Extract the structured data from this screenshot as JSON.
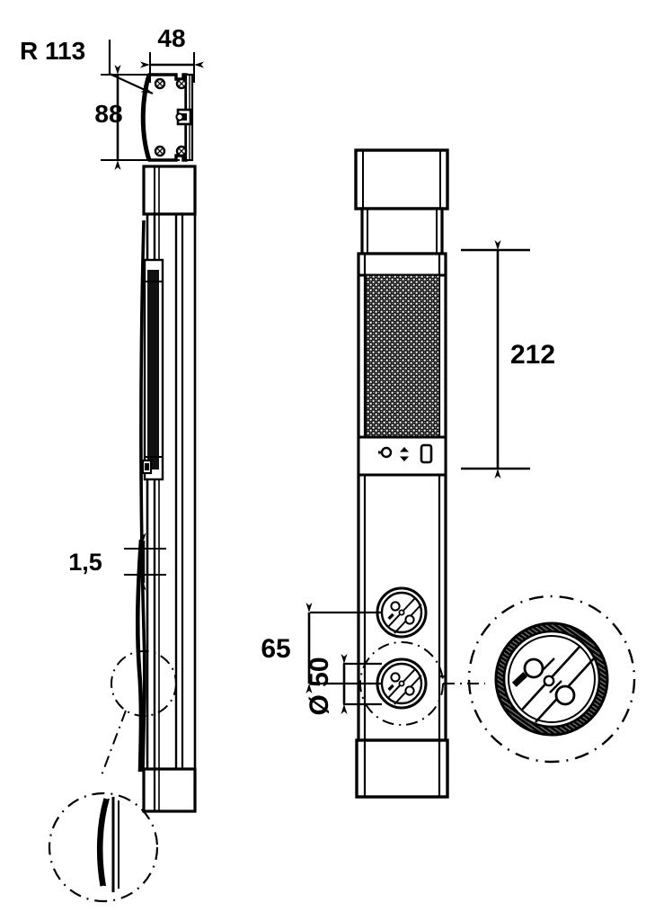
{
  "drawing": {
    "title": "Technical dimensional drawing - service column / power pillar",
    "type": "engineering-line-drawing",
    "background_color": "#ffffff",
    "line_color": "#000000",
    "views": [
      {
        "name": "side-view",
        "position": "left",
        "description": "Side elevation of column with top mounting bracket"
      },
      {
        "name": "front-view",
        "position": "center",
        "description": "Front elevation of column with perforated grille, control panel and two sockets"
      },
      {
        "name": "detail-view-socket",
        "position": "right",
        "description": "Enlarged detail of socket outlet"
      },
      {
        "name": "detail-view-edge",
        "position": "bottom-left",
        "description": "Enlarged detail of profile edge"
      }
    ]
  },
  "dimensions": {
    "radius_label": "R 113",
    "width_top": "48",
    "height_bracket": "88",
    "thickness": "1,5",
    "grille_height": "212",
    "socket_spacing": "65",
    "socket_diameter": "Ø 50"
  },
  "controls": {
    "key_icon": "key-switch-icon",
    "buttons_icon": "up-down-buttons-icon",
    "display_icon": "display-window-icon"
  },
  "colors": {
    "line": "#000000",
    "grille_fill": "#1a1a1a",
    "grille_dot": "#ffffff",
    "paper": "#ffffff"
  }
}
